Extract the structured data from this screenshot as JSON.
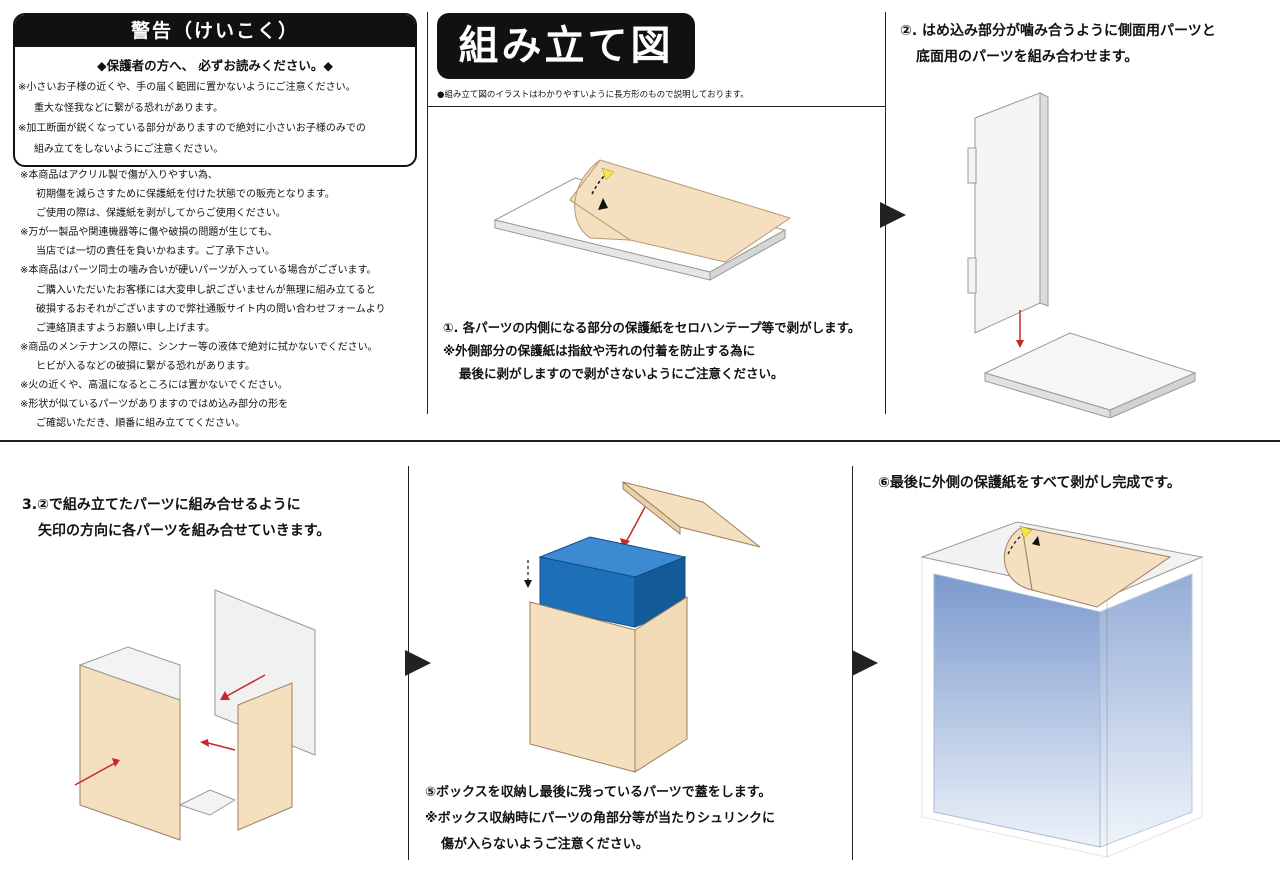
{
  "warning": {
    "title": "警告（けいこく）",
    "subtitle": "◆保護者の方へ、 必ずお読みください。◆",
    "lines": [
      "※小さいお子様の近くや、手の届く範囲に置かないようにご注意ください。",
      "重大な怪我などに繋がる恐れがあります。",
      "※加工断面が鋭くなっている部分がありますので絶対に小さいお子様のみでの",
      "組み立てをしないようにご注意ください。"
    ]
  },
  "notes": [
    "※本商品はアクリル製で傷が入りやすい為、",
    "初期傷を減らさすために保護紙を付けた状態での販売となります。",
    "ご使用の際は、保護紙を剥がしてからご使用ください。",
    "※万が一製品や関連機器等に傷や破損の問題が生じても、",
    "当店では一切の責任を負いかねます。ご了承下さい。",
    "※本商品はパーツ同士の噛み合いが硬いパーツが入っている場合がございます。",
    "ご購入いただいたお客様には大変申し訳ございませんが無理に組み立てると",
    "破損するおそれがございますので弊社通販サイト内の問い合わせフォームより",
    "ご連絡頂ますようお願い申し上げます。",
    "※商品のメンテナンスの際に、シンナー等の液体で絶対に拭かないでください。",
    "ヒビが入るなどの破損に繋がる恐れがあります。",
    "※火の近くや、高温になるところには置かないでください。",
    "※形状が似ているパーツがありますのではめ込み部分の形を",
    "ご確認いただき、順番に組み立ててください。"
  ],
  "assembly": {
    "title": "組み立て図",
    "note": "●組み立て図のイラストはわかりやすいように長方形のもので説明しております。"
  },
  "step1": [
    "①. 各パーツの内側になる部分の保護紙をセロハンテープ等で剥がします。",
    "※外側部分の保護紙は指紋や汚れの付着を防止する為に",
    "最後に剥がしますので剥がさないようにご注意ください。"
  ],
  "step2": [
    "②. はめ込み部分が噛み合うように側面用パーツと",
    "底面用のパーツを組み合わせます。"
  ],
  "step3": [
    "3.②で組み立てたパーツに組み合せるように",
    "矢印の方向に各パーツを組み合せていきます。"
  ],
  "step5": [
    "⑤ボックスを収納し最後に残っているパーツで蓋をします。",
    "※ボックス収納時にパーツの角部分等が当たりシュリンクに",
    "傷が入らないようご注意ください。"
  ],
  "step6": "⑥最後に外側の保護紙をすべて剥がし完成です。",
  "colors": {
    "wood": "#f4dfbe",
    "acrylic": "#f2f2f2",
    "box_blue": "#1d6fb8",
    "arrow_red": "#c8262c"
  }
}
